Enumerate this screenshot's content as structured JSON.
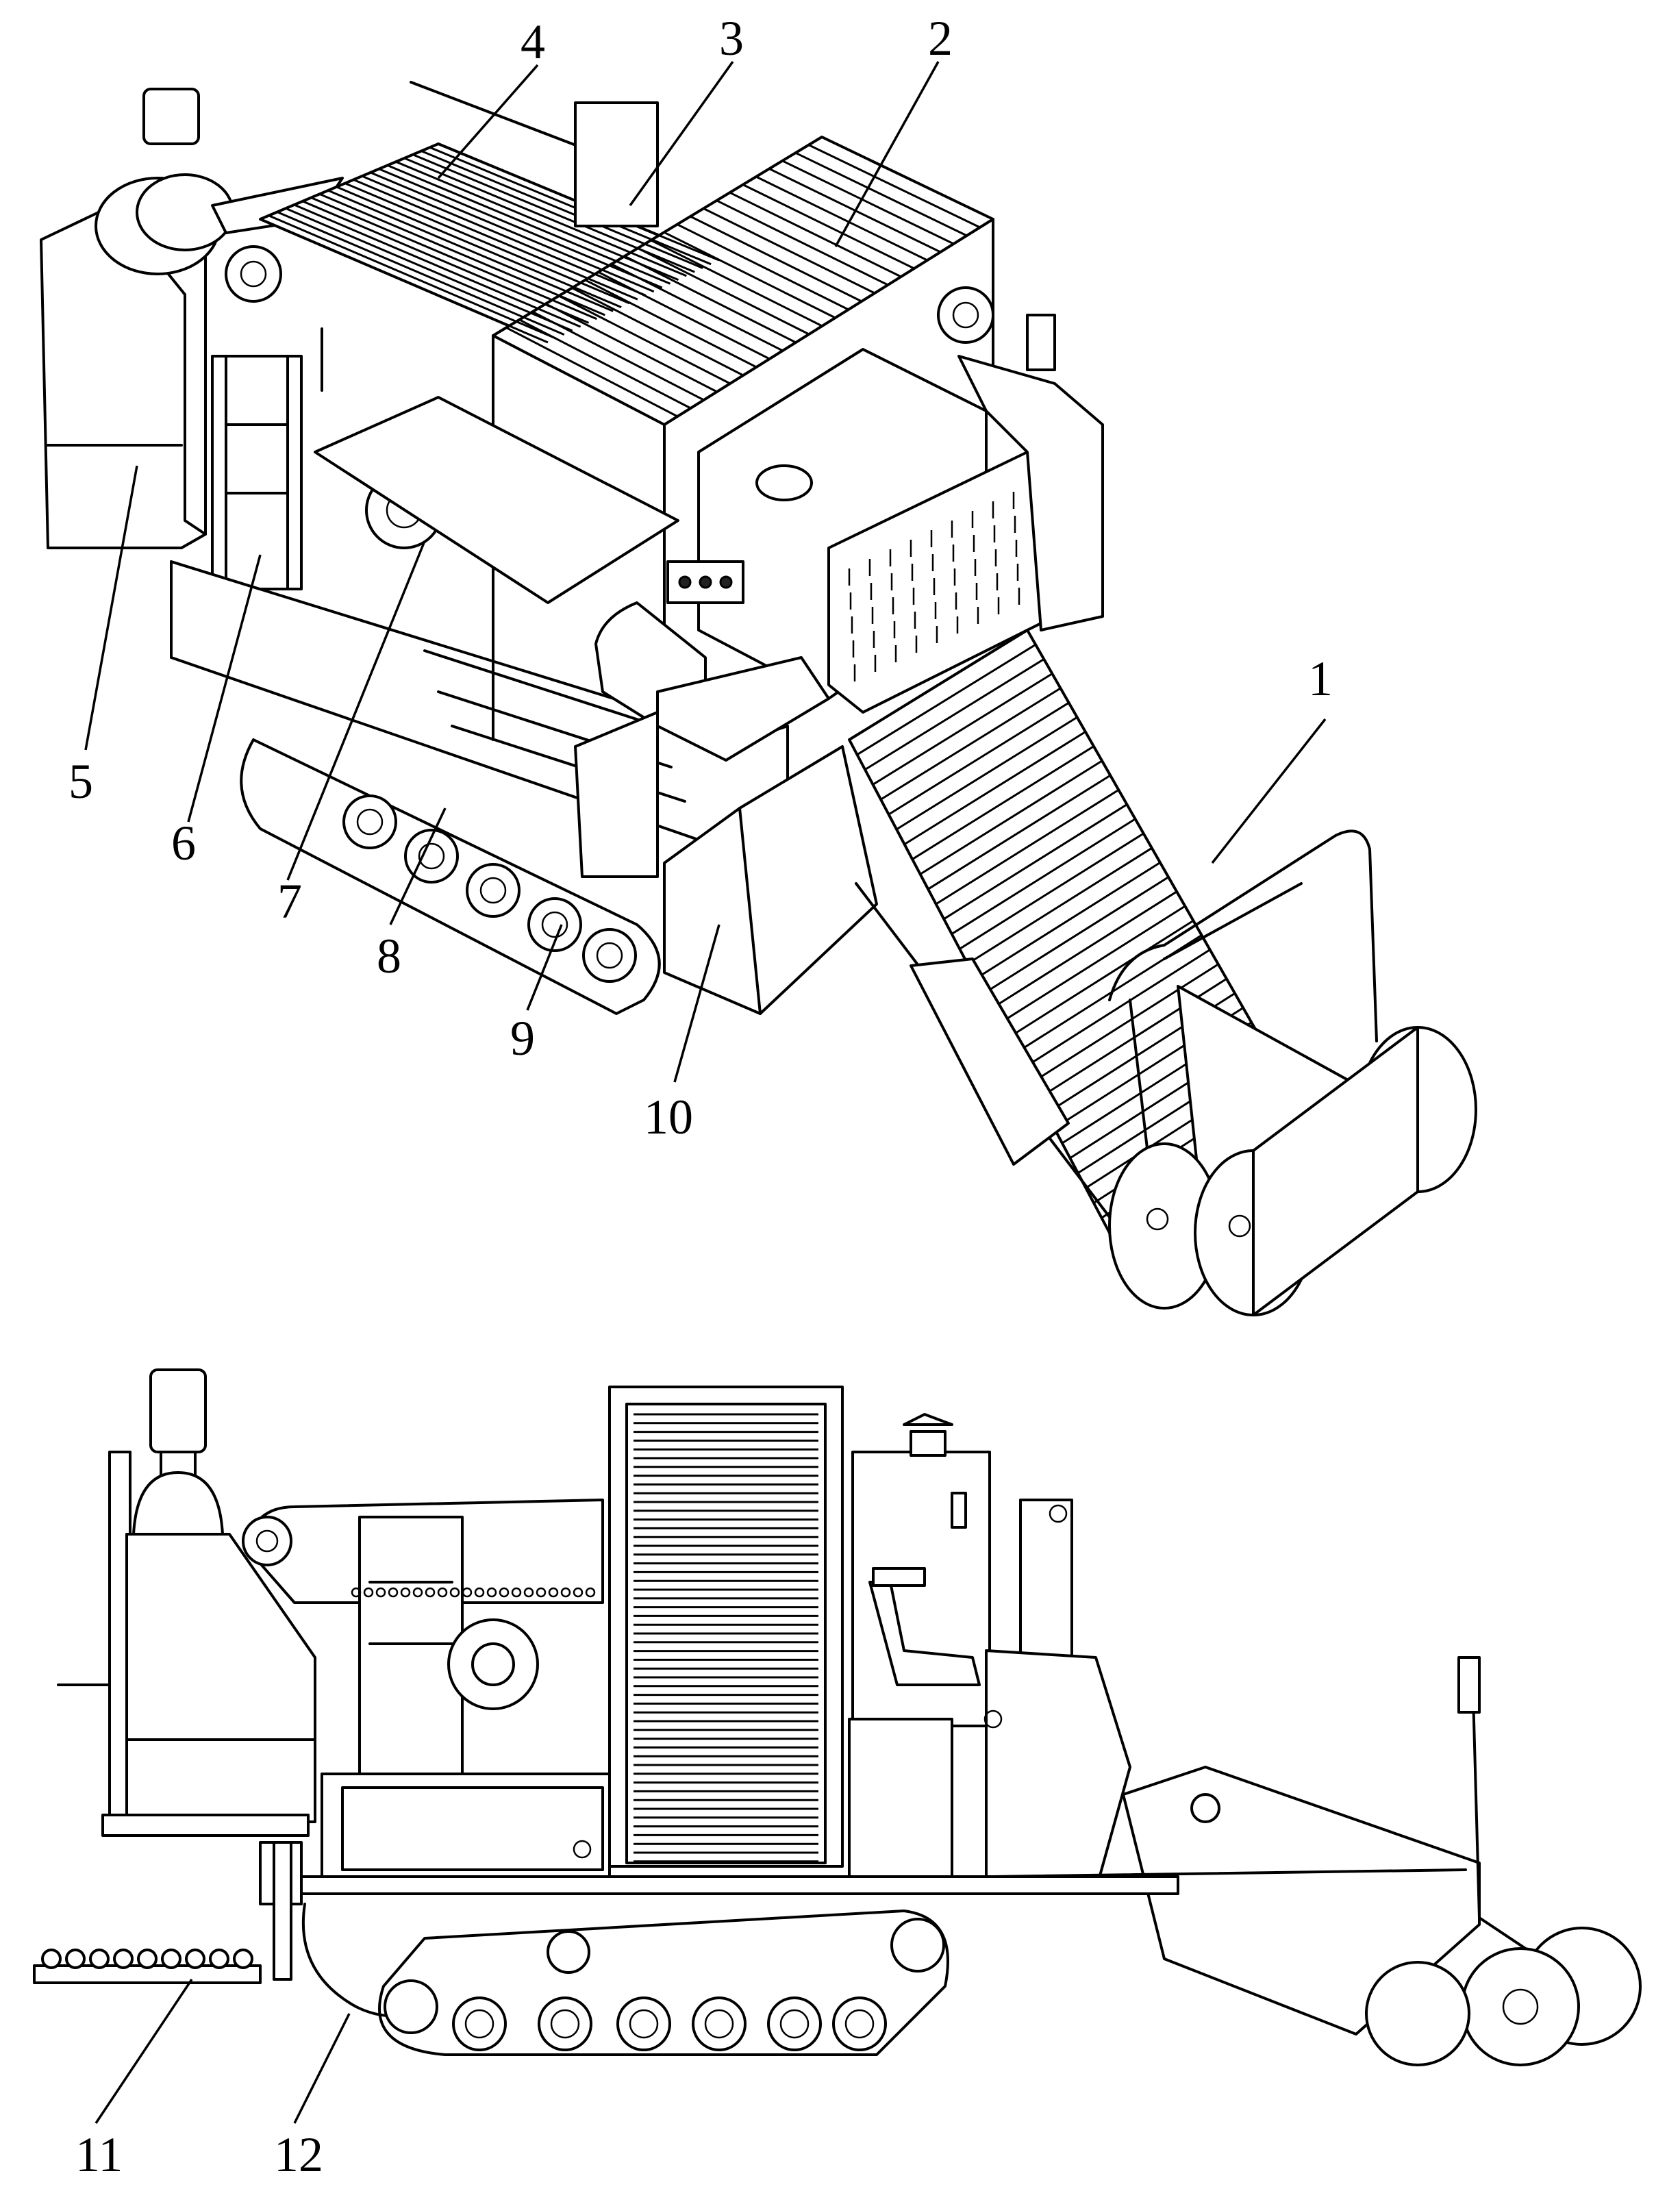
{
  "figure": {
    "views": [
      {
        "id": "isometric",
        "description_hidden": true
      },
      {
        "id": "side"
      }
    ],
    "callouts": [
      {
        "num": "1"
      },
      {
        "num": "2"
      },
      {
        "num": "3"
      },
      {
        "num": "4"
      },
      {
        "num": "5"
      },
      {
        "num": "6"
      },
      {
        "num": "7"
      },
      {
        "num": "8"
      },
      {
        "num": "9"
      },
      {
        "num": "10"
      },
      {
        "num": "11"
      },
      {
        "num": "12"
      }
    ],
    "colors": {
      "line": "#000000",
      "background": "#ffffff"
    }
  }
}
